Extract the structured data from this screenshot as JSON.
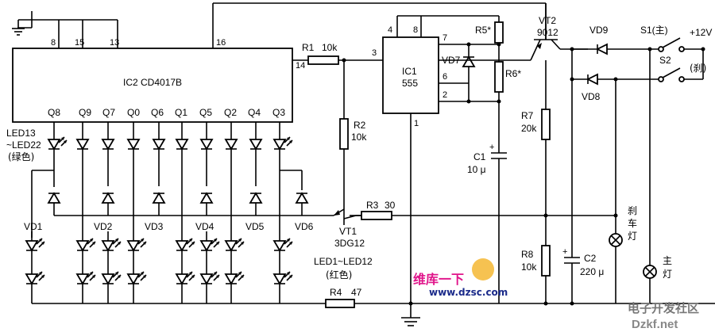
{
  "ic2": {
    "name": "IC2  CD4017B",
    "pins_top": [
      "8",
      "15",
      "13",
      "16"
    ],
    "pin_right": "14",
    "outputs": [
      "Q8",
      "Q9",
      "Q7",
      "Q0",
      "Q6",
      "Q1",
      "Q5",
      "Q2",
      "Q4",
      "Q3"
    ]
  },
  "ic1": {
    "name": "IC1",
    "type": "555",
    "pins": [
      "4",
      "8",
      "7",
      "3",
      "6",
      "2",
      "1"
    ]
  },
  "r1": {
    "ref": "R1",
    "value": "10k"
  },
  "r2": {
    "ref": "R2",
    "value": "10k"
  },
  "r3": {
    "ref": "R3",
    "value": "30"
  },
  "r4": {
    "ref": "R4",
    "value": "47"
  },
  "r5": {
    "ref": "R5*"
  },
  "r6": {
    "ref": "R6*"
  },
  "r7": {
    "ref": "R7",
    "value": "20k"
  },
  "r8": {
    "ref": "R8",
    "value": "10k"
  },
  "c1": {
    "ref": "C1",
    "value": "10 μ"
  },
  "c2": {
    "ref": "C2",
    "value": "220 μ"
  },
  "vt1": {
    "ref": "VT1",
    "type": "3DG12"
  },
  "vt2": {
    "ref": "VT2",
    "type": "9012"
  },
  "vd7": "VD7",
  "vd8": "VD8",
  "vd9": "VD9",
  "vd_row": [
    "VD1",
    "VD2",
    "VD3",
    "VD4",
    "VD5",
    "VD6"
  ],
  "s1": "S1(主)",
  "s2": "S2",
  "supply": "+12V",
  "brake_mark": "(刹)",
  "led_green": [
    "LED13",
    "~LED22",
    "(绿色)"
  ],
  "led_red": [
    "LED1~LED12",
    "(红色)"
  ],
  "lamp_brake": [
    "刹",
    "车",
    "灯"
  ],
  "lamp_main": [
    "主",
    "灯"
  ],
  "watermark": {
    "line1": "维库一下",
    "line2": "www.dzsc.com",
    "badge": "电子开发社区",
    "site": "Dzkf.net"
  },
  "colors": {
    "watermark_pink": "#e0148a",
    "watermark_blue": "#1a2a8a",
    "wire": "#000000"
  }
}
